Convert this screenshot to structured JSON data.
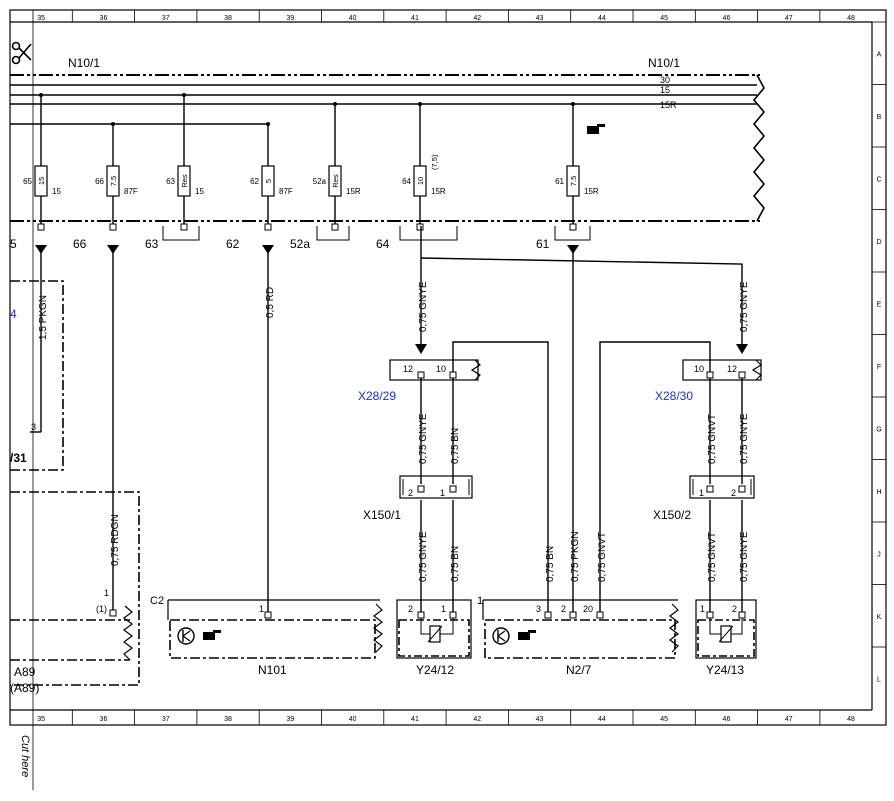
{
  "grid": {
    "columns": [
      "35",
      "36",
      "37",
      "38",
      "39",
      "40",
      "41",
      "42",
      "43",
      "44",
      "45",
      "46",
      "47",
      "48"
    ],
    "rows": [
      "A",
      "B",
      "C",
      "D",
      "E",
      "F",
      "G",
      "H",
      "J",
      "K",
      "L"
    ]
  },
  "cut_mark": {
    "icon": "scissors-icon",
    "text": "Cut here"
  },
  "module": {
    "left": "N10/1",
    "right": "N10/1"
  },
  "bus": [
    "30",
    "15",
    "15R"
  ],
  "fuses": [
    {
      "num": "65",
      "rating": "15",
      "out": "15"
    },
    {
      "num": "66",
      "rating": "7.5",
      "out": "87F"
    },
    {
      "num": "63",
      "rating": "Res",
      "out": "15"
    },
    {
      "num": "62",
      "rating": "5",
      "out": "87F"
    },
    {
      "num": "52a",
      "rating": "Res",
      "out": "15R"
    },
    {
      "num": "64",
      "rating": "10",
      "out": "15R",
      "note": "(7,5)"
    },
    {
      "num": "61",
      "rating": "7.5",
      "out": "15R"
    }
  ],
  "pins": [
    "5",
    "66",
    "63",
    "62",
    "52a",
    "64",
    "61"
  ],
  "wires": {
    "w1": "1,5 PKGN",
    "w2": "0,5 RD",
    "w3": "0,75 GNYE",
    "w4": "0,75 GNYE",
    "w5": "0,75 GNYE",
    "w6": "0,75 BN",
    "w7": "0,75 GNVT",
    "w8": "0,75 GNYE",
    "w9": "0,75 RDGN",
    "w10": "0,75 GNYE",
    "w11": "0,75 BN",
    "w12": "0,75 BN",
    "w13": "0,75 PKGN",
    "w14": "0,75 GNVT",
    "w15": "0,75 GNVT",
    "w16": "0,75 GNYE"
  },
  "connectors": {
    "x2829": {
      "name": "X28/29",
      "p1": "12",
      "p2": "10"
    },
    "x2830": {
      "name": "X28/30",
      "p1": "10",
      "p2": "12"
    },
    "x1501": {
      "name": "X150/1",
      "p1": "2",
      "p2": "1"
    },
    "x1502": {
      "name": "X150/2",
      "p1": "1",
      "p2": "2"
    }
  },
  "left_labels": {
    "num4": "4",
    "pin3": "3",
    "conn31": "/31",
    "a89": "A89",
    "a89b": "(A89)",
    "pin1": "1",
    "pin1b": "(1)"
  },
  "components": {
    "n101": {
      "name": "N101",
      "c2": "C2",
      "pin": "1"
    },
    "y2412": {
      "name": "Y24/12",
      "p1": "2",
      "p2": "1"
    },
    "n27": {
      "name": "N2/7",
      "p0": "1",
      "p1": "3",
      "p2": "2",
      "p3": "20"
    },
    "y2413": {
      "name": "Y24/13",
      "p1": "1",
      "p2": "2"
    }
  },
  "colors": {
    "line": "#000000",
    "link": "#1a2fd0",
    "background": "#ffffff"
  }
}
